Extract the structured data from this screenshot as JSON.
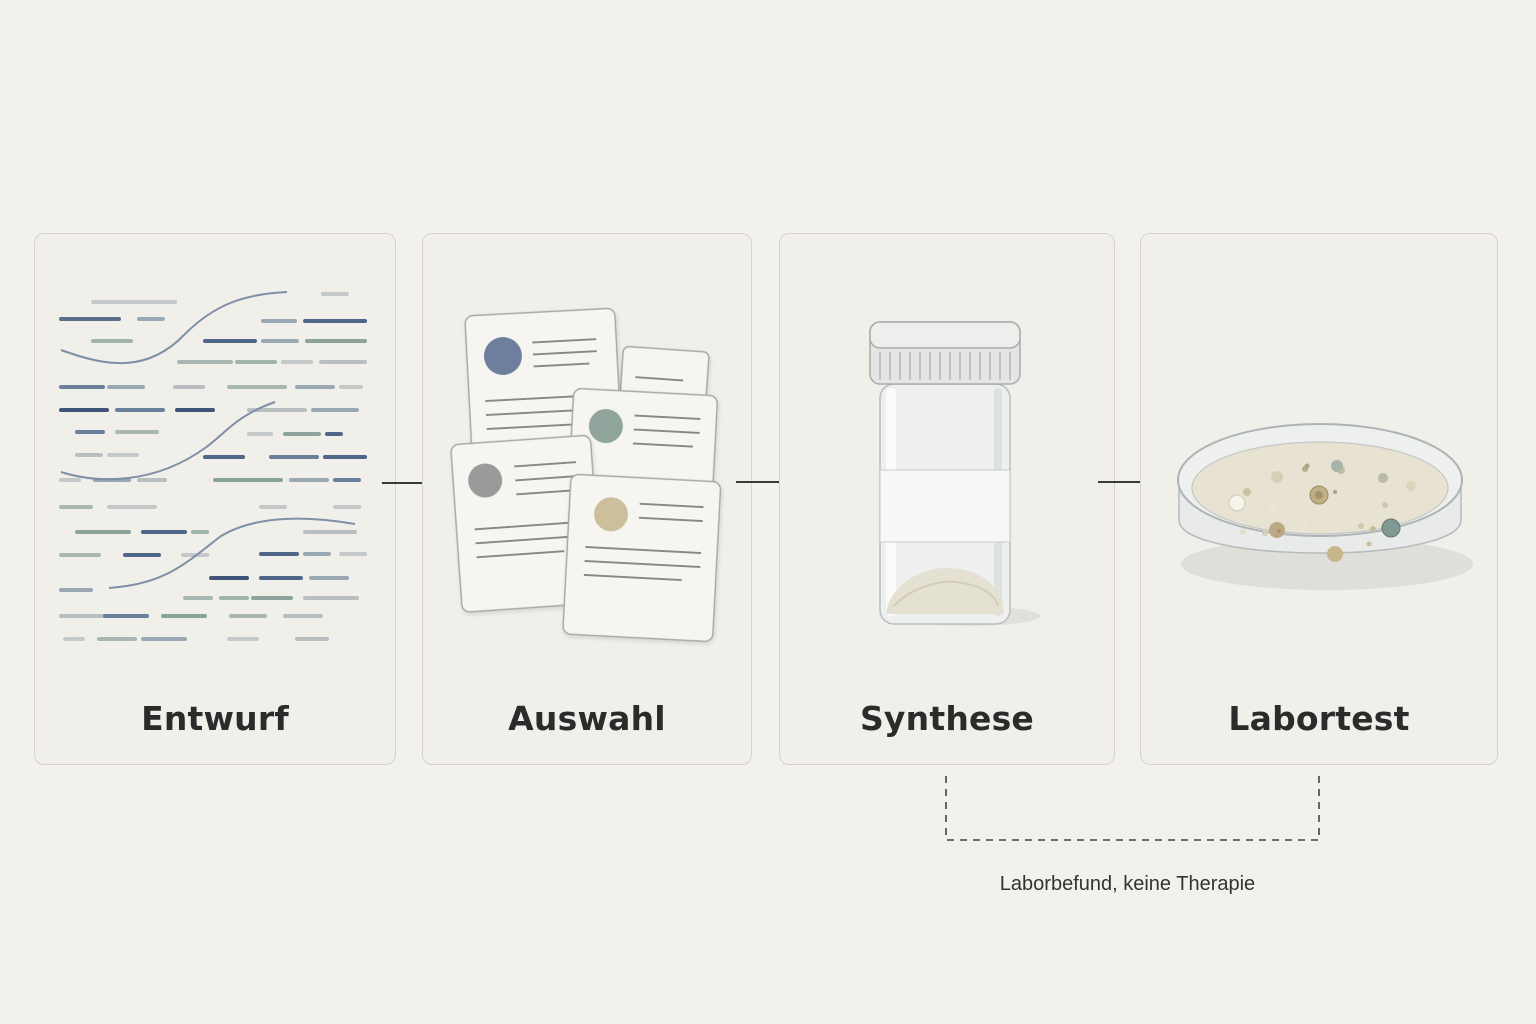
{
  "steps": [
    {
      "label": "Entwurf"
    },
    {
      "label": "Auswahl"
    },
    {
      "label": "Synthese"
    },
    {
      "label": "Labortest"
    }
  ],
  "footnote": "Laborbefund, keine Therapie",
  "colors": {
    "background": "#f3f1ec",
    "card_border": "#d6d3cc",
    "line_dark": "#3a3a3a",
    "navy": "#4f6688",
    "sage": "#8aa39b",
    "gray": "#b9bfc1"
  },
  "icons": [
    "sequence-lines-icon",
    "document-cards-icon",
    "vial-icon",
    "petri-dish-icon"
  ]
}
